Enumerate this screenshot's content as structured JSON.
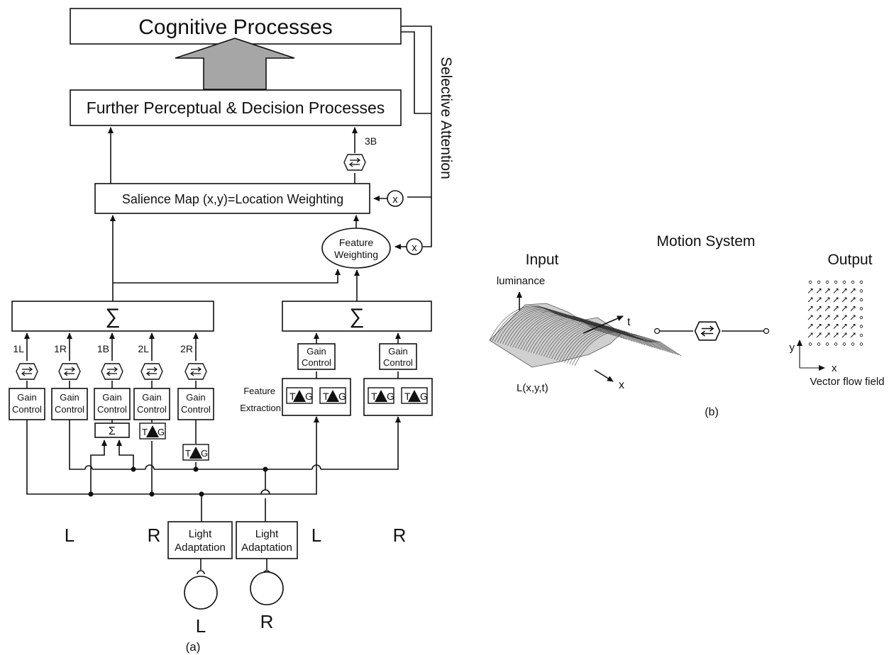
{
  "panel_a": {
    "label": "(a)",
    "cognitive": "Cognitive Processes",
    "further": "Further Perceptual & Decision Processes",
    "selective_attention": "Selective Attention",
    "salience": "Salience Map (x,y)=Location Weighting",
    "feature_weighting": [
      "Feature",
      "Weighting"
    ],
    "multiply": "x",
    "sigma": "∑",
    "sigma_small": "Σ",
    "label_3b": "3B",
    "channels": [
      "1L",
      "1R",
      "1B",
      "2L",
      "2R"
    ],
    "gain_control": [
      "Gain",
      "Control"
    ],
    "feature_extraction": [
      "Feature",
      "Extraction"
    ],
    "tag_t": "T",
    "tag_g": "G",
    "eyes": {
      "left": "L",
      "right": "R"
    },
    "bus_labels": [
      "L",
      "R",
      "L",
      "R"
    ],
    "light_adaptation": [
      "Light",
      "Adaptation"
    ]
  },
  "panel_b": {
    "label": "(b)",
    "motion_system": "Motion System",
    "input": "Input",
    "output": "Output",
    "luminance": "luminance",
    "axis_t": "t",
    "axis_x": "x",
    "lxyt": "L(x,y,t)",
    "out_y": "y",
    "out_x": "x",
    "vector_flow": "Vector flow field"
  },
  "colors": {
    "arrow_fill": "#a6a6a6",
    "ink": "#111111"
  }
}
